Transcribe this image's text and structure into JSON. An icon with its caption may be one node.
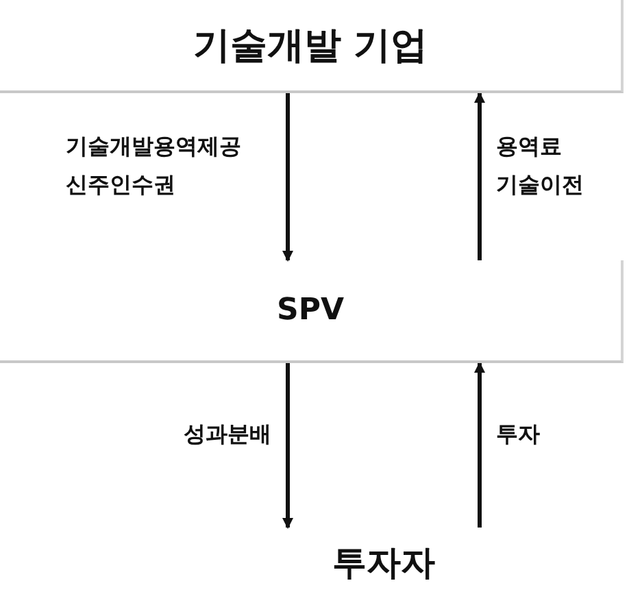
{
  "diagram": {
    "nodes": [
      {
        "text": [
          "기술개발 기업"
        ]
      },
      {
        "text": [
          "SPV"
        ]
      },
      {
        "text": [
          "투자자"
        ]
      }
    ],
    "edges": [
      {
        "from": 0,
        "to": 1,
        "arrow": "to",
        "label": "기술개발용역제공 신주인수권"
      },
      {
        "from": 1,
        "to": 0,
        "arrow": "to",
        "label": "용역료 기술이전"
      },
      {
        "from": 1,
        "to": 2,
        "arrow": "to",
        "label": "성과분배"
      },
      {
        "from": 2,
        "to": 1,
        "arrow": "to",
        "label": "투자"
      }
    ]
  }
}
